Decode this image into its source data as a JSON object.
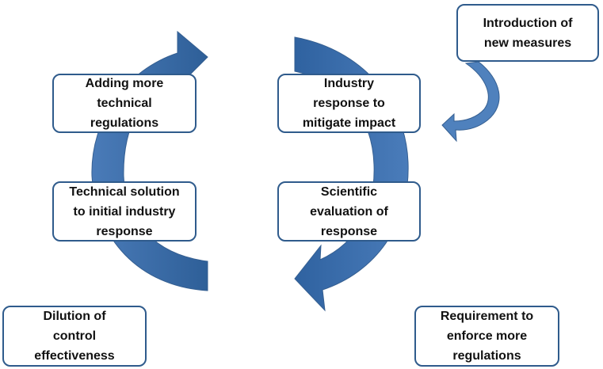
{
  "colors": {
    "arrow_fill": "#4f81bd",
    "arrow_fill_dark": "#3a659c",
    "arrow_edge": "#355f91",
    "box_border": "#2f5b8c"
  },
  "boxes": {
    "introduction": "Introduction of\nnew measures",
    "adding_regulations": "Adding more\ntechnical\nregulations",
    "industry_response": "Industry\nresponse to\nmitigate impact",
    "technical_solution": "Technical solution\nto initial industry\nresponse",
    "scientific_evaluation": "Scientific\nevaluation of\nresponse",
    "dilution": "Dilution of\ncontrol\neffectiveness",
    "requirement": "Requirement to\nenforce more\nregulations"
  }
}
